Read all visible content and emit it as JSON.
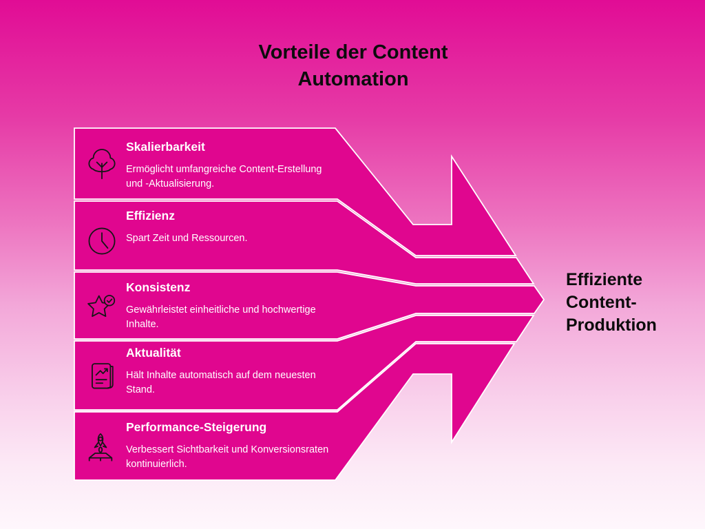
{
  "title": "Vorteile der Content\nAutomation",
  "result_label": "Effiziente\nContent-\nProduktion",
  "items": [
    {
      "title": "Skalierbarkeit",
      "desc": "Ermöglicht umfangreiche Content-Erstellung\nund -Aktualisierung.",
      "icon": "tree-icon"
    },
    {
      "title": "Effizienz",
      "desc": "Spart Zeit und Ressourcen.",
      "icon": "clock-icon"
    },
    {
      "title": "Konsistenz",
      "desc": "Gewährleistet einheitliche und hochwertige\nInhalte.",
      "icon": "star-check-icon"
    },
    {
      "title": "Aktualität",
      "desc": "Hält Inhalte automatisch auf dem neuesten\nStand.",
      "icon": "document-chart-icon"
    },
    {
      "title": "Performance-Steigerung",
      "desc": "Verbessert Sichtbarkeit und Konversionsraten\nkontinuierlich.",
      "icon": "rocket-icon"
    }
  ],
  "colors": {
    "band_fill": "#E0068F",
    "background_top": "#E10C95",
    "background_bottom": "#FEF7FC",
    "shape_outline": "#FFFFFF",
    "band_text": "#FFFFFF",
    "heading_text": "#0C0C0C",
    "icon_stroke": "#161616"
  }
}
